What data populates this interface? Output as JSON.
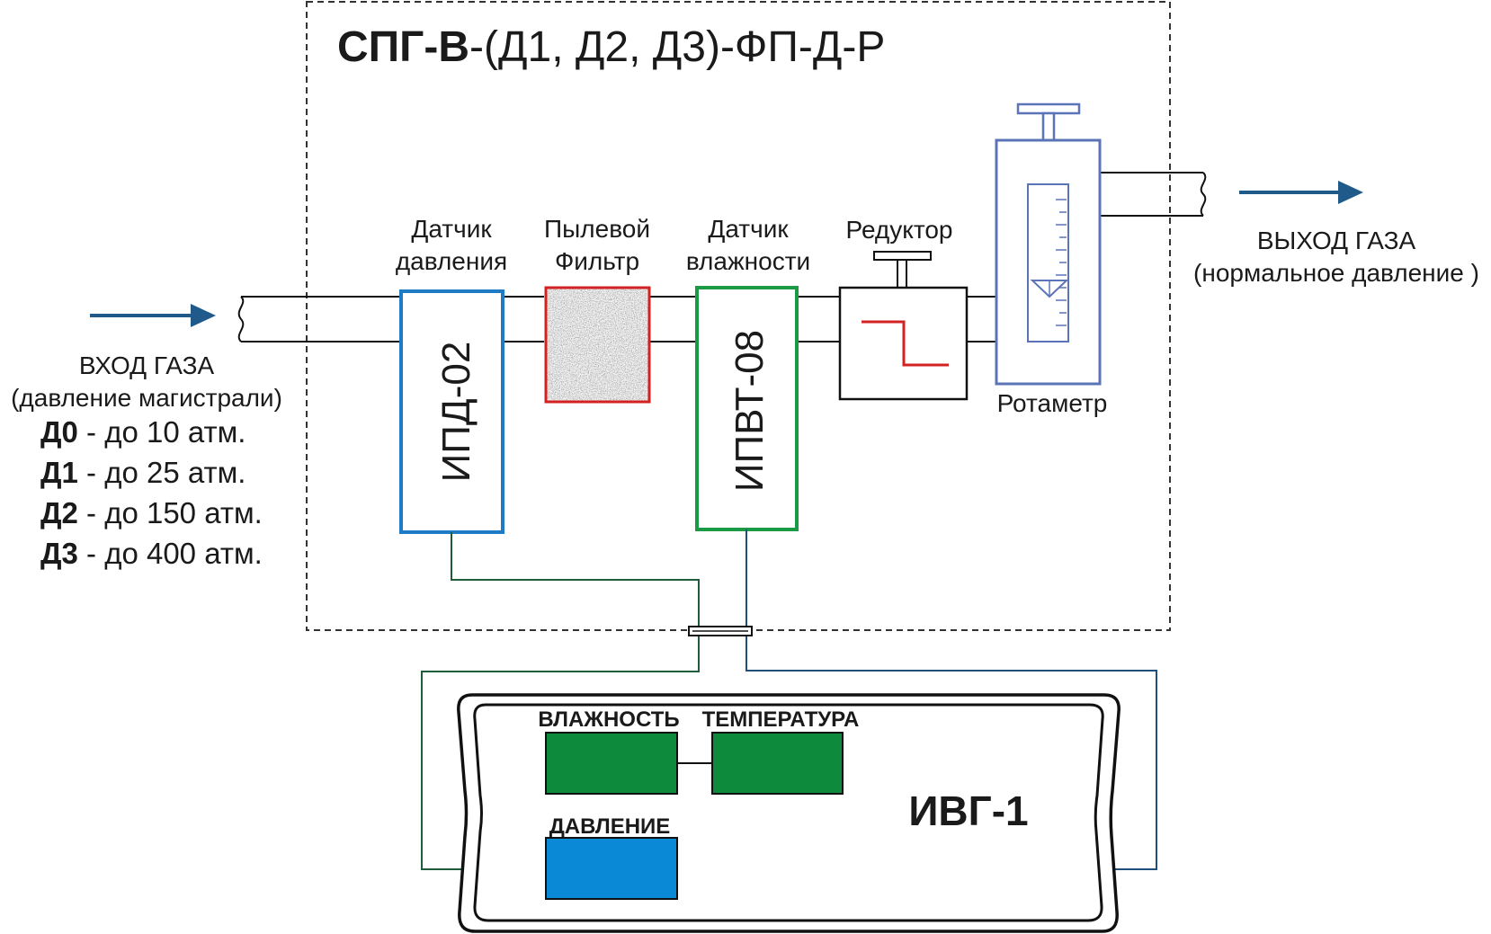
{
  "title": {
    "bold_part": "СПГ-В",
    "rest_part": "-(Д1, Д2, Д3)-ФП-Д-Р"
  },
  "components": {
    "pressure_sensor": {
      "label_line1": "Датчик",
      "label_line2": "давления",
      "device": "ИПД-02",
      "color": "#1f7bc4"
    },
    "dust_filter": {
      "label_line1": "Пылевой",
      "label_line2": "Фильтр",
      "color": "#d32020"
    },
    "humidity_sensor": {
      "label_line1": "Датчик",
      "label_line2": "влажности",
      "device": "ИПВТ-08",
      "color": "#1a9a45"
    },
    "reducer": {
      "label": "Редуктор",
      "color": "#d32020"
    },
    "rotameter": {
      "label": "Ротаметр",
      "color": "#5b74b8"
    }
  },
  "gas_in": {
    "title": "ВХОД ГАЗА",
    "subtitle": "(давление магистрали)",
    "ranges": [
      {
        "code": "Д0",
        "text": " - до 10 атм."
      },
      {
        "code": "Д1",
        "text": " - до 25 атм."
      },
      {
        "code": "Д2",
        "text": " - до 150 атм."
      },
      {
        "code": "Д3",
        "text": " - до 400 атм."
      }
    ]
  },
  "gas_out": {
    "title": "ВЫХОД ГАЗА",
    "subtitle": "(нормальное давление )"
  },
  "meter": {
    "name": "ИВГ-1",
    "humidity_label": "ВЛАЖНОСТЬ",
    "temperature_label": "ТЕМПЕРАТУРА",
    "pressure_label": "ДАВЛЕНИЕ",
    "display_green": "#0e8a3c",
    "display_blue": "#0a8ad6"
  },
  "colors": {
    "arrow": "#1f5a8a",
    "wire_green": "#1e5c3c",
    "wire_blue": "#1f4f7a"
  }
}
